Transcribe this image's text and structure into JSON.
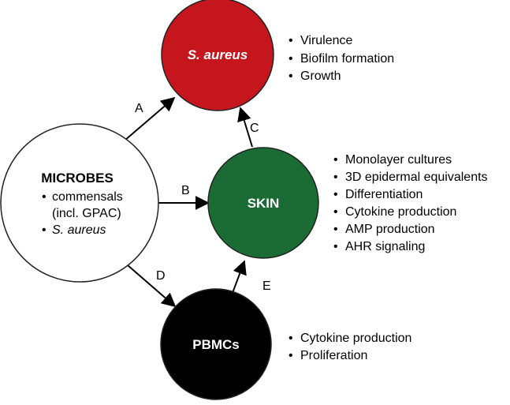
{
  "colors": {
    "saureus_fill": "#c4161c",
    "skin_fill": "#1a6b34",
    "pbmc_fill": "#000000",
    "microbes_fill": "#ffffff",
    "stroke": "#000000",
    "text_dark": "#000000",
    "text_light": "#ffffff"
  },
  "nodes": {
    "saureus": {
      "label": "S. aureus"
    },
    "microbes": {
      "title": "MICROBES",
      "items": [
        "commensals",
        "(incl. GPAC)",
        "S. aureus"
      ]
    },
    "skin": {
      "label": "SKIN"
    },
    "pbmcs": {
      "label": "PBMCs"
    }
  },
  "edges": {
    "a": "A",
    "b": "B",
    "c": "C",
    "d": "D",
    "e": "E"
  },
  "lists": {
    "saureus": [
      "Virulence",
      "Biofilm formation",
      "Growth"
    ],
    "skin": [
      "Monolayer cultures",
      "3D epidermal equivalents",
      "Differentiation",
      "Cytokine production",
      "AMP production",
      "AHR signaling"
    ],
    "pbmcs": [
      "Cytokine production",
      "Proliferation"
    ]
  },
  "bullet": "•"
}
